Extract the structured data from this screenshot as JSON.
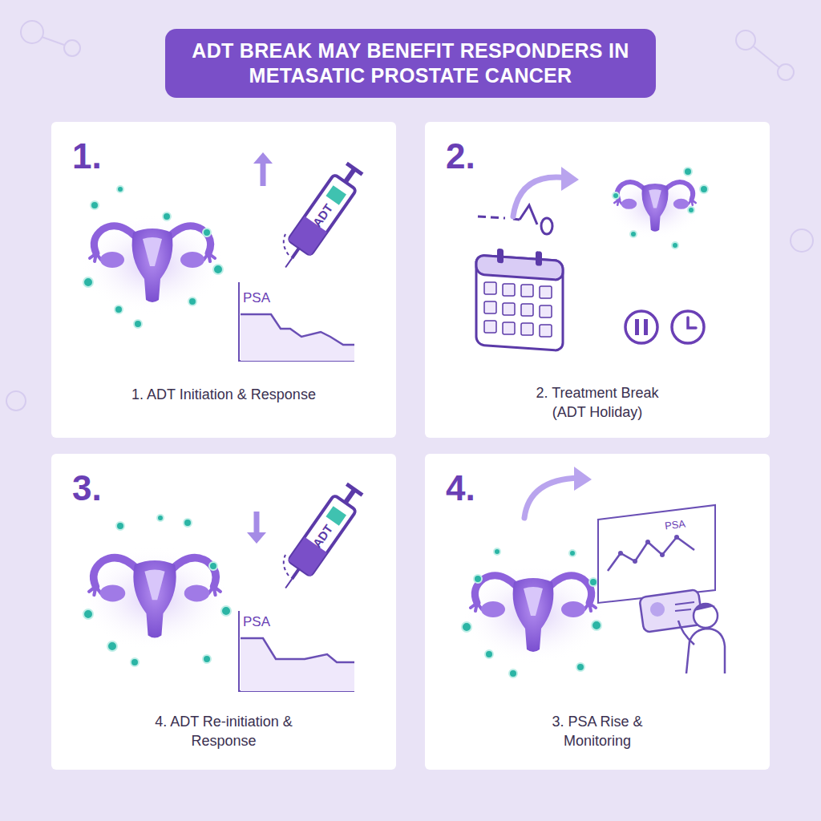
{
  "diagram": {
    "title": "ADT BREAK MAY BENEFIT RESPONDERS IN METASATIC PROSTATE CANCER",
    "nodes": [
      {
        "text": [
          "1.",
          "1. ADT Initiation & Response"
        ]
      },
      {
        "text": [
          "2.",
          "2. Treatment Break (ADT Holiday)"
        ]
      },
      {
        "text": [
          "3.",
          "4. ADT Re-initiation & Response"
        ]
      },
      {
        "text": [
          "4.",
          "3. PSA Rise & Monitoring"
        ]
      }
    ],
    "labels": [
      "ADT",
      "PSA",
      "ADT",
      "PSA",
      "PSA"
    ]
  }
}
